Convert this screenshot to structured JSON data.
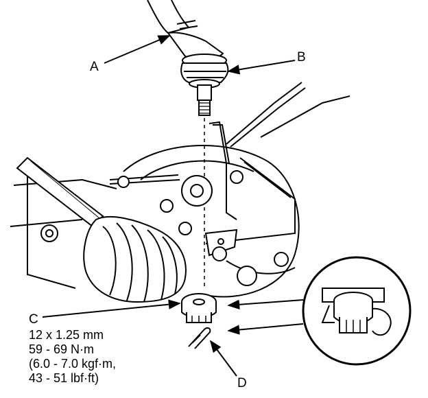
{
  "callouts": {
    "a": "A",
    "b": "B",
    "c": "C",
    "d": "D"
  },
  "spec": {
    "thread": "12 x 1.25 mm",
    "torque_nm": "59 - 69 N·m",
    "torque_kgfm": "(6.0 - 7.0 kgf·m,",
    "torque_lbfft": "43 - 51 lbf·ft)"
  },
  "colors": {
    "ink": "#000000",
    "paper": "#ffffff",
    "shade": "#cfcfcf"
  }
}
